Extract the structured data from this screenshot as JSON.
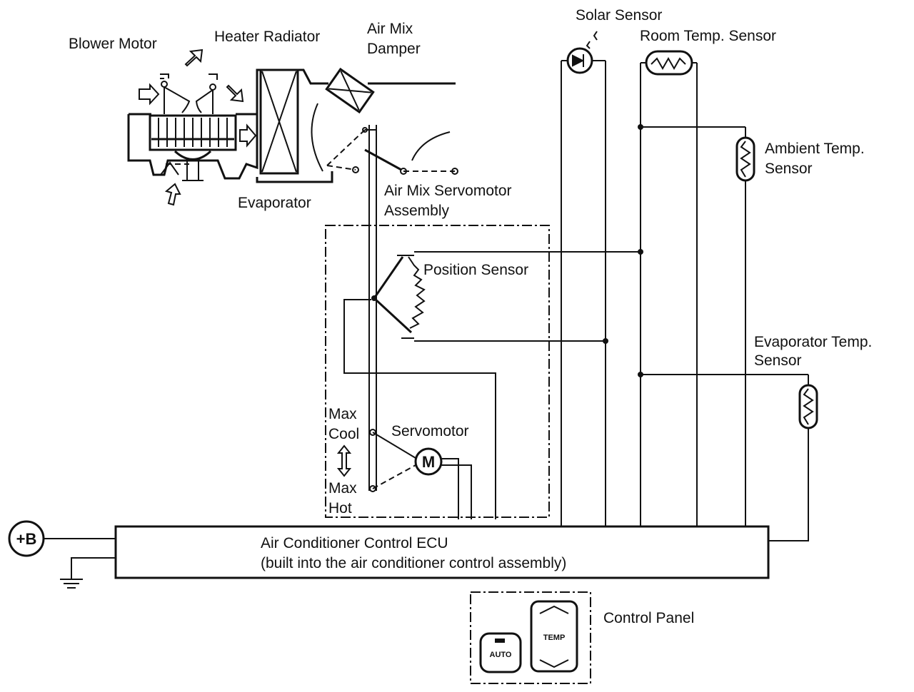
{
  "labels": {
    "blower_motor": "Blower Motor",
    "heater_radiator": "Heater Radiator",
    "air_mix_damper_1": "Air Mix",
    "air_mix_damper_2": "Damper",
    "evaporator": "Evaporator",
    "air_mix_servo_1": "Air Mix Servomotor",
    "air_mix_servo_2": "Assembly",
    "position_sensor": "Position Sensor",
    "servomotor": "Servomotor",
    "max_cool_1": "Max",
    "max_cool_2": "Cool",
    "max_hot_1": "Max",
    "max_hot_2": "Hot",
    "solar_sensor": "Solar Sensor",
    "room_temp_sensor": "Room Temp. Sensor",
    "ambient_temp_1": "Ambient Temp.",
    "ambient_temp_2": "Sensor",
    "evap_temp_1": "Evaporator Temp.",
    "evap_temp_2": "Sensor",
    "ecu_1": "Air Conditioner Control ECU",
    "ecu_2": "(built into the air conditioner control assembly)",
    "control_panel": "Control Panel",
    "battery": "+B",
    "motor_symbol": "M",
    "btn_auto": "AUTO",
    "btn_temp": "TEMP"
  },
  "colors": {
    "line": "#111111",
    "background": "#ffffff"
  },
  "icons": [
    "battery-terminal-icon",
    "ground-icon",
    "motor-icon",
    "diode-icon",
    "thermistor-icon",
    "airflow-arrow-icon"
  ]
}
